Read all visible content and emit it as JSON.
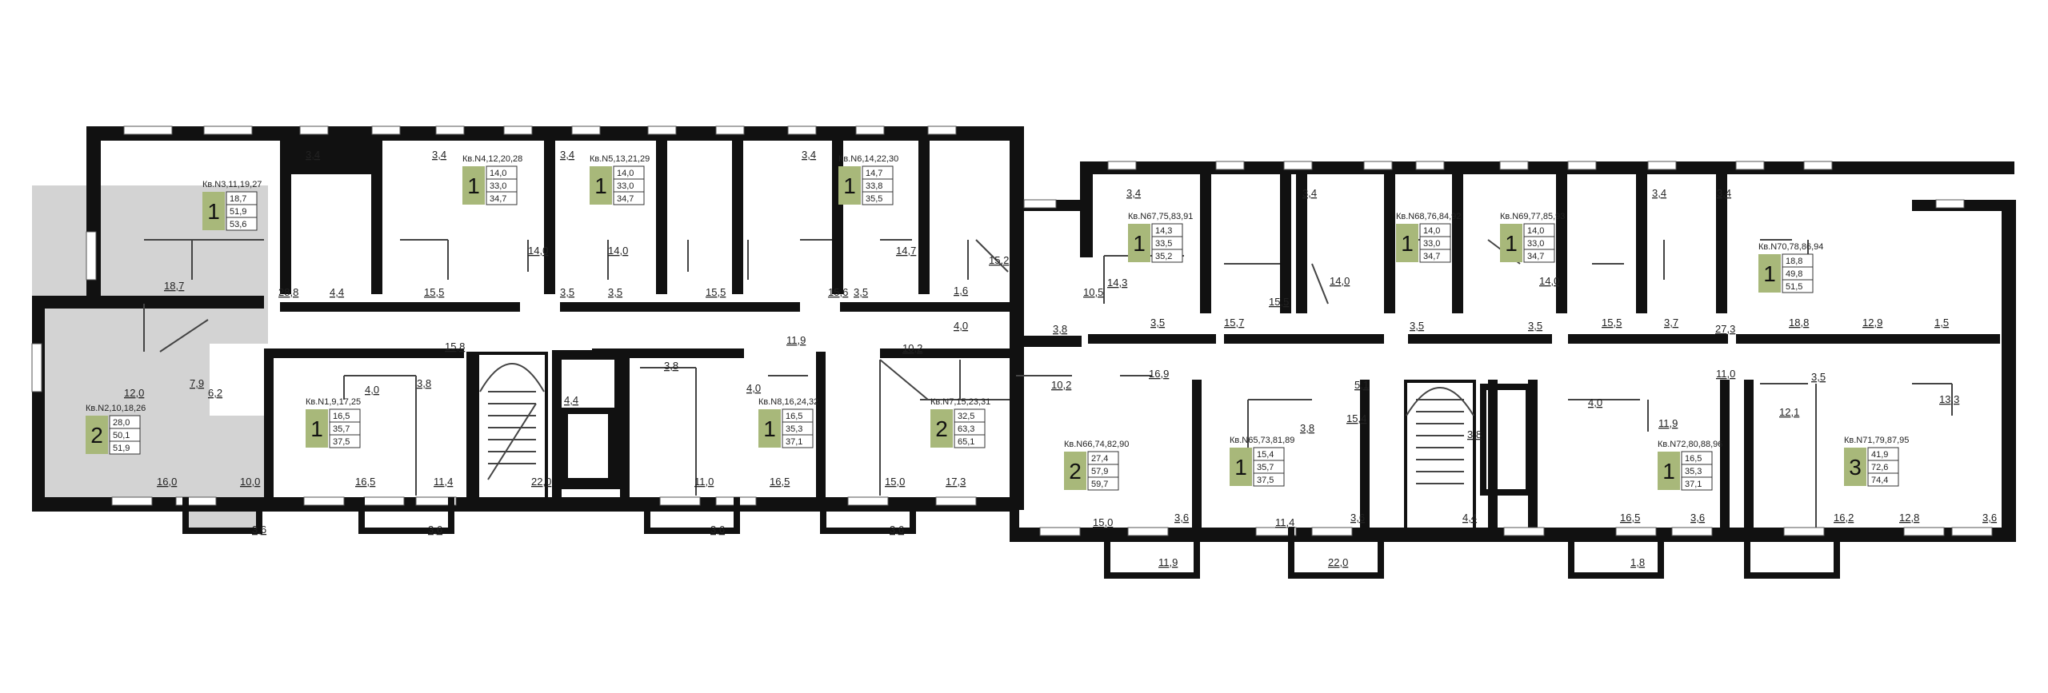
{
  "colors": {
    "wall": "#111111",
    "badge": "#a8b87a",
    "selected_fill": "#d3d3d3",
    "window": "#ffffff",
    "background": "#ffffff"
  },
  "selected_apartment": "Кв.N2,10,18,26",
  "apartments": [
    {
      "label": "Кв.N3,11,19,27",
      "rooms": "1",
      "areas": [
        "18,7",
        "51,9",
        "53,6"
      ]
    },
    {
      "label": "Кв.N4,12,20,28",
      "rooms": "1",
      "areas": [
        "14,0",
        "33,0",
        "34,7"
      ]
    },
    {
      "label": "Кв.N5,13,21,29",
      "rooms": "1",
      "areas": [
        "14,0",
        "33,0",
        "34,7"
      ]
    },
    {
      "label": "Кв.N6,14,22,30",
      "rooms": "1",
      "areas": [
        "14,7",
        "33,8",
        "35,5"
      ]
    },
    {
      "label": "Кв.N2,10,18,26",
      "rooms": "2",
      "areas": [
        "28,0",
        "50,1",
        "51,9"
      ]
    },
    {
      "label": "Кв.N1,9,17,25",
      "rooms": "1",
      "areas": [
        "16,5",
        "35,7",
        "37,5"
      ]
    },
    {
      "label": "Кв.N8,16,24,32",
      "rooms": "1",
      "areas": [
        "16,5",
        "35,3",
        "37,1"
      ]
    },
    {
      "label": "Кв.N7,15,23,31",
      "rooms": "2",
      "areas": [
        "32,5",
        "63,3",
        "65,1"
      ]
    },
    {
      "label": "Кв.N67,75,83,91",
      "rooms": "1",
      "areas": [
        "14,3",
        "33,5",
        "35,2"
      ]
    },
    {
      "label": "Кв.N68,76,84,92",
      "rooms": "1",
      "areas": [
        "14,0",
        "33,0",
        "34,7"
      ]
    },
    {
      "label": "Кв.N69,77,85,93",
      "rooms": "1",
      "areas": [
        "14,0",
        "33,0",
        "34,7"
      ]
    },
    {
      "label": "Кв.N70,78,86,94",
      "rooms": "1",
      "areas": [
        "18,8",
        "49,8",
        "51,5"
      ]
    },
    {
      "label": "Кв.N66,74,82,90",
      "rooms": "2",
      "areas": [
        "27,4",
        "57,9",
        "59,7"
      ]
    },
    {
      "label": "Кв.N65,73,81,89",
      "rooms": "1",
      "areas": [
        "15,4",
        "35,7",
        "37,5"
      ]
    },
    {
      "label": "Кв.N72,80,88,96",
      "rooms": "1",
      "areas": [
        "16,5",
        "35,3",
        "37,1"
      ]
    },
    {
      "label": "Кв.N71,79,87,95",
      "rooms": "3",
      "areas": [
        "41,9",
        "72,6",
        "74,4"
      ]
    }
  ],
  "room_areas": [
    "3,4",
    "3,4",
    "3,4",
    "3,4",
    "3,4",
    "3,4",
    "3,4",
    "3,4",
    "18,7",
    "28,8",
    "4,4",
    "15,5",
    "14,0",
    "3,5",
    "3,5",
    "14,0",
    "15,5",
    "15,6",
    "3,5",
    "14,7",
    "1,6",
    "15,2",
    "12,0",
    "7,9",
    "6,2",
    "16,0",
    "10,0",
    "3,6",
    "4,0",
    "3,8",
    "15,8",
    "16,5",
    "11,4",
    "3,6",
    "22,0",
    "4,4",
    "3,8",
    "4,0",
    "11,0",
    "16,5",
    "3,6",
    "11,9",
    "10,2",
    "4,0",
    "15,0",
    "17,3",
    "3,6",
    "10,5",
    "14,3",
    "3,5",
    "15,7",
    "15,5",
    "14,0",
    "3,5",
    "3,5",
    "14,0",
    "15,5",
    "3,7",
    "27,3",
    "18,8",
    "12,9",
    "1,5",
    "3,8",
    "10,2",
    "16,9",
    "15,0",
    "3,6",
    "11,9",
    "5,1",
    "3,8",
    "15,4",
    "11,4",
    "3,6",
    "22,0",
    "4,4",
    "3,8",
    "4,0",
    "11,9",
    "11,0",
    "16,5",
    "3,6",
    "1,8",
    "12,1",
    "3,5",
    "13,3",
    "16,2",
    "12,8",
    "3,6"
  ]
}
